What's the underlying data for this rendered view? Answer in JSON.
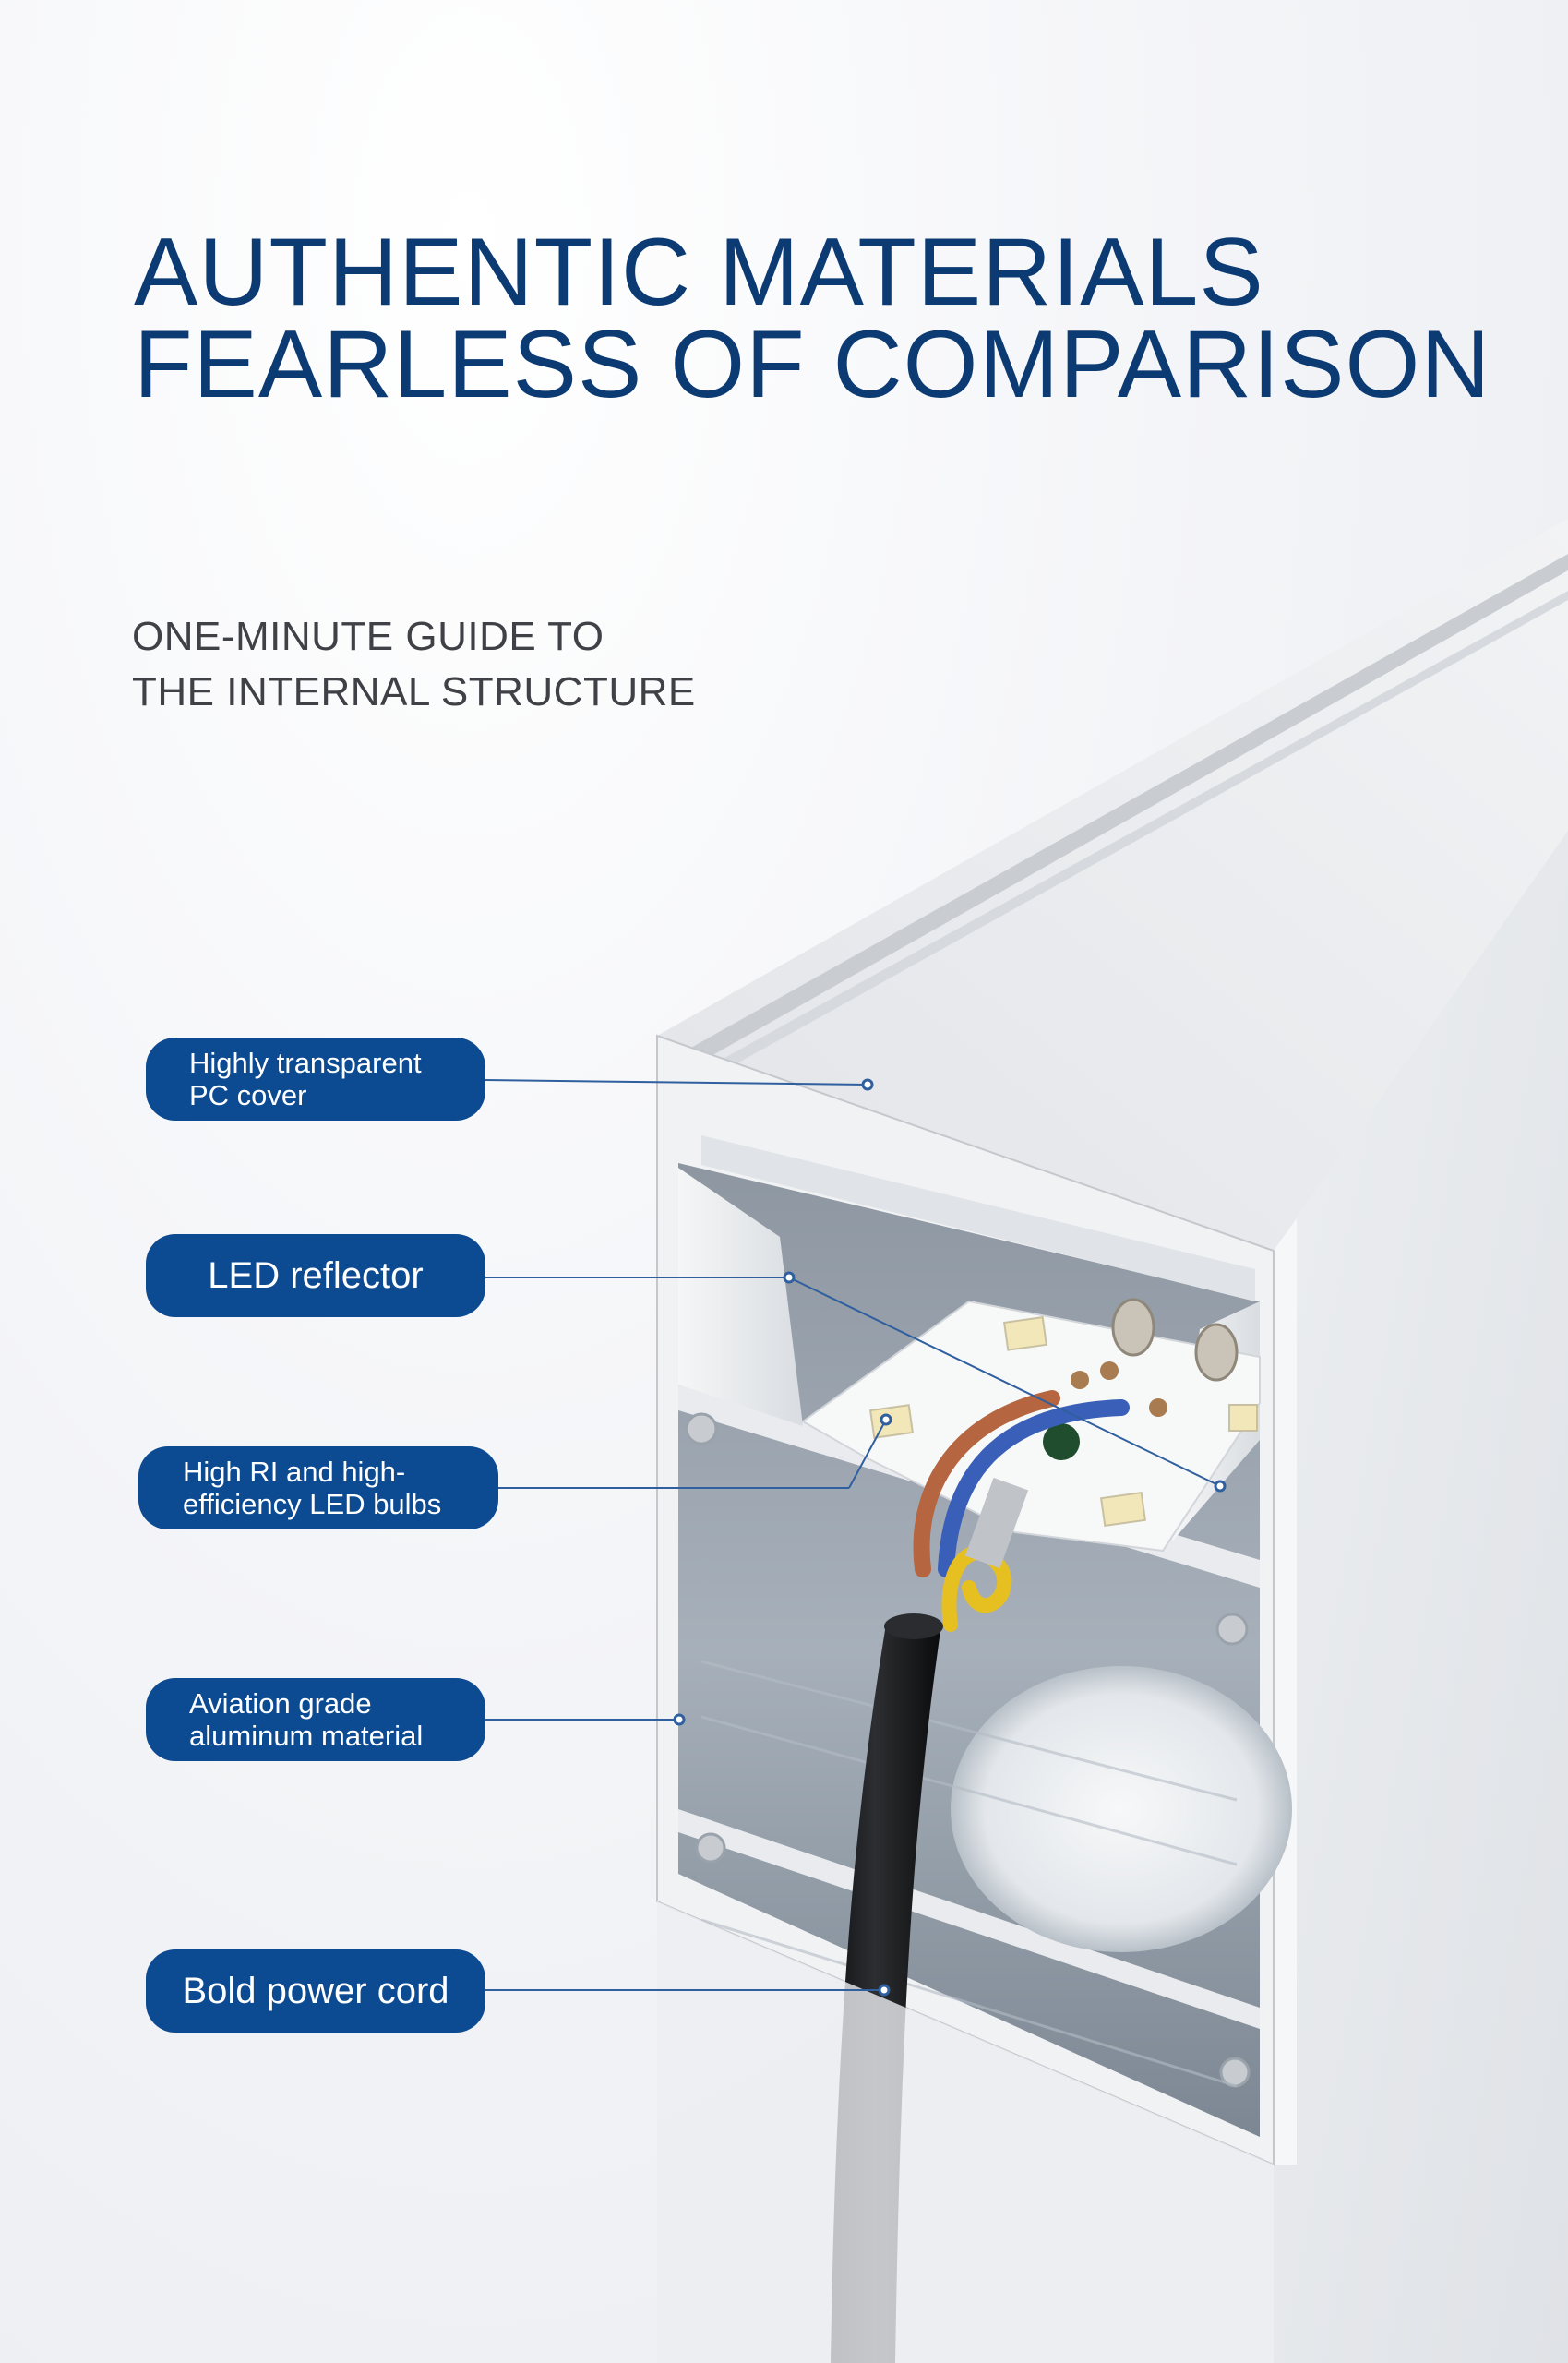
{
  "headline": {
    "line1": "AUTHENTIC MATERIALS",
    "line2": "FEARLESS OF COMPARISON"
  },
  "subheading": {
    "line1": "ONE-MINUTE GUIDE TO",
    "line2": "THE INTERNAL STRUCTURE"
  },
  "callouts": {
    "pc_cover": {
      "line1": "Highly transparent",
      "line2": "PC cover"
    },
    "led_reflector": {
      "label": "LED reflector"
    },
    "led_bulbs": {
      "line1": "High RI and high-",
      "line2": "efficiency LED bulbs"
    },
    "aluminum": {
      "line1": "Aviation grade",
      "line2": "aluminum material"
    },
    "power_cord": {
      "label": "Bold power cord"
    }
  },
  "colors": {
    "brand_blue": "#0c4a92",
    "title_blue": "#0c3a72",
    "leader_line": "#2f5f9e"
  }
}
